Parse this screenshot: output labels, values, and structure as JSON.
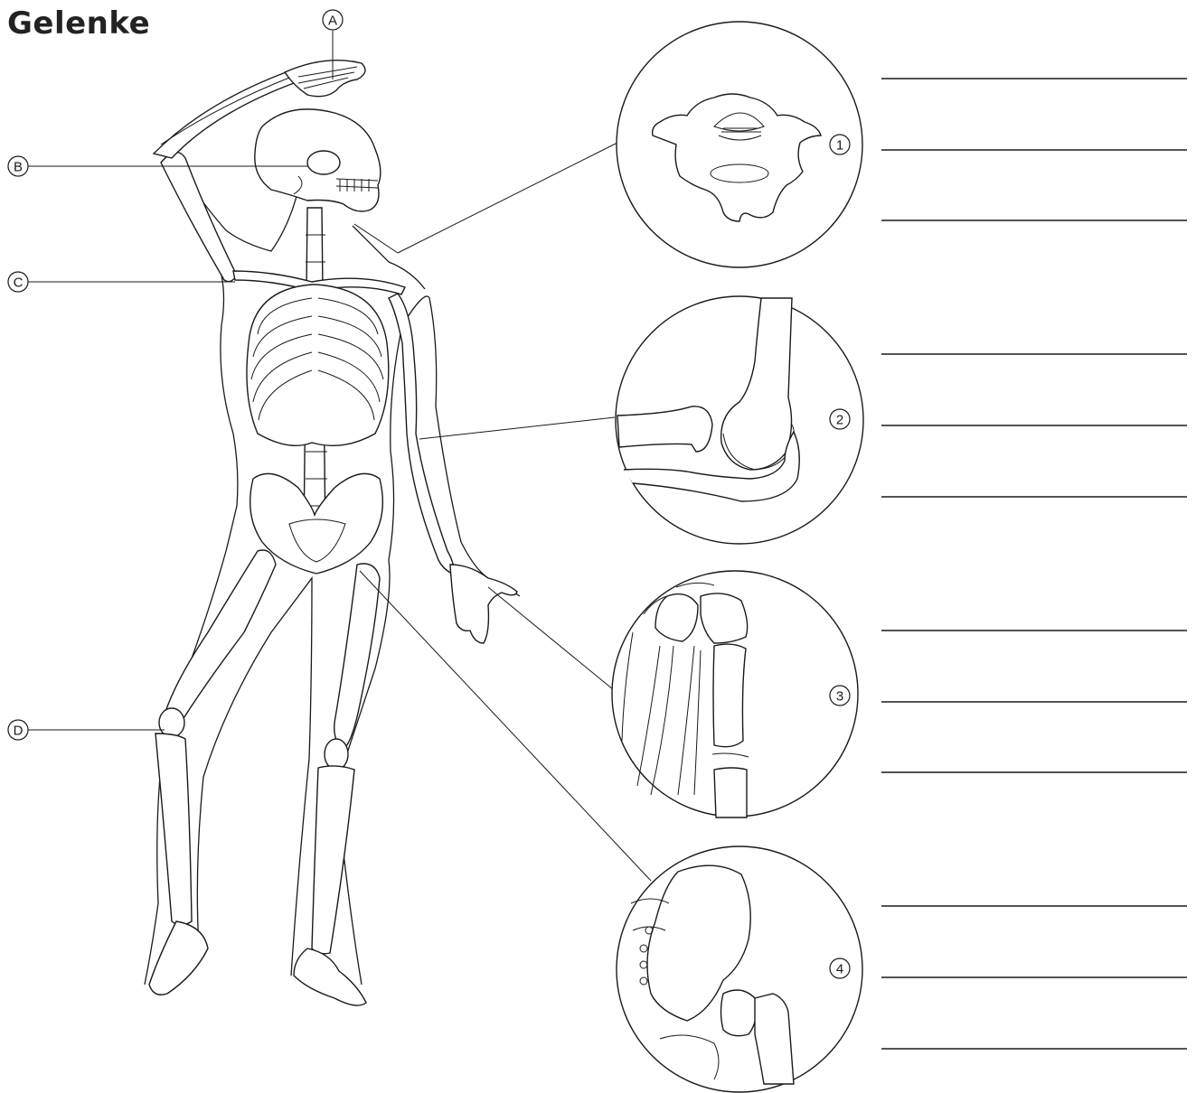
{
  "title": "Gelenke",
  "letter_labels": [
    "A",
    "B",
    "C",
    "D"
  ],
  "number_labels": [
    "1",
    "2",
    "3",
    "4"
  ]
}
